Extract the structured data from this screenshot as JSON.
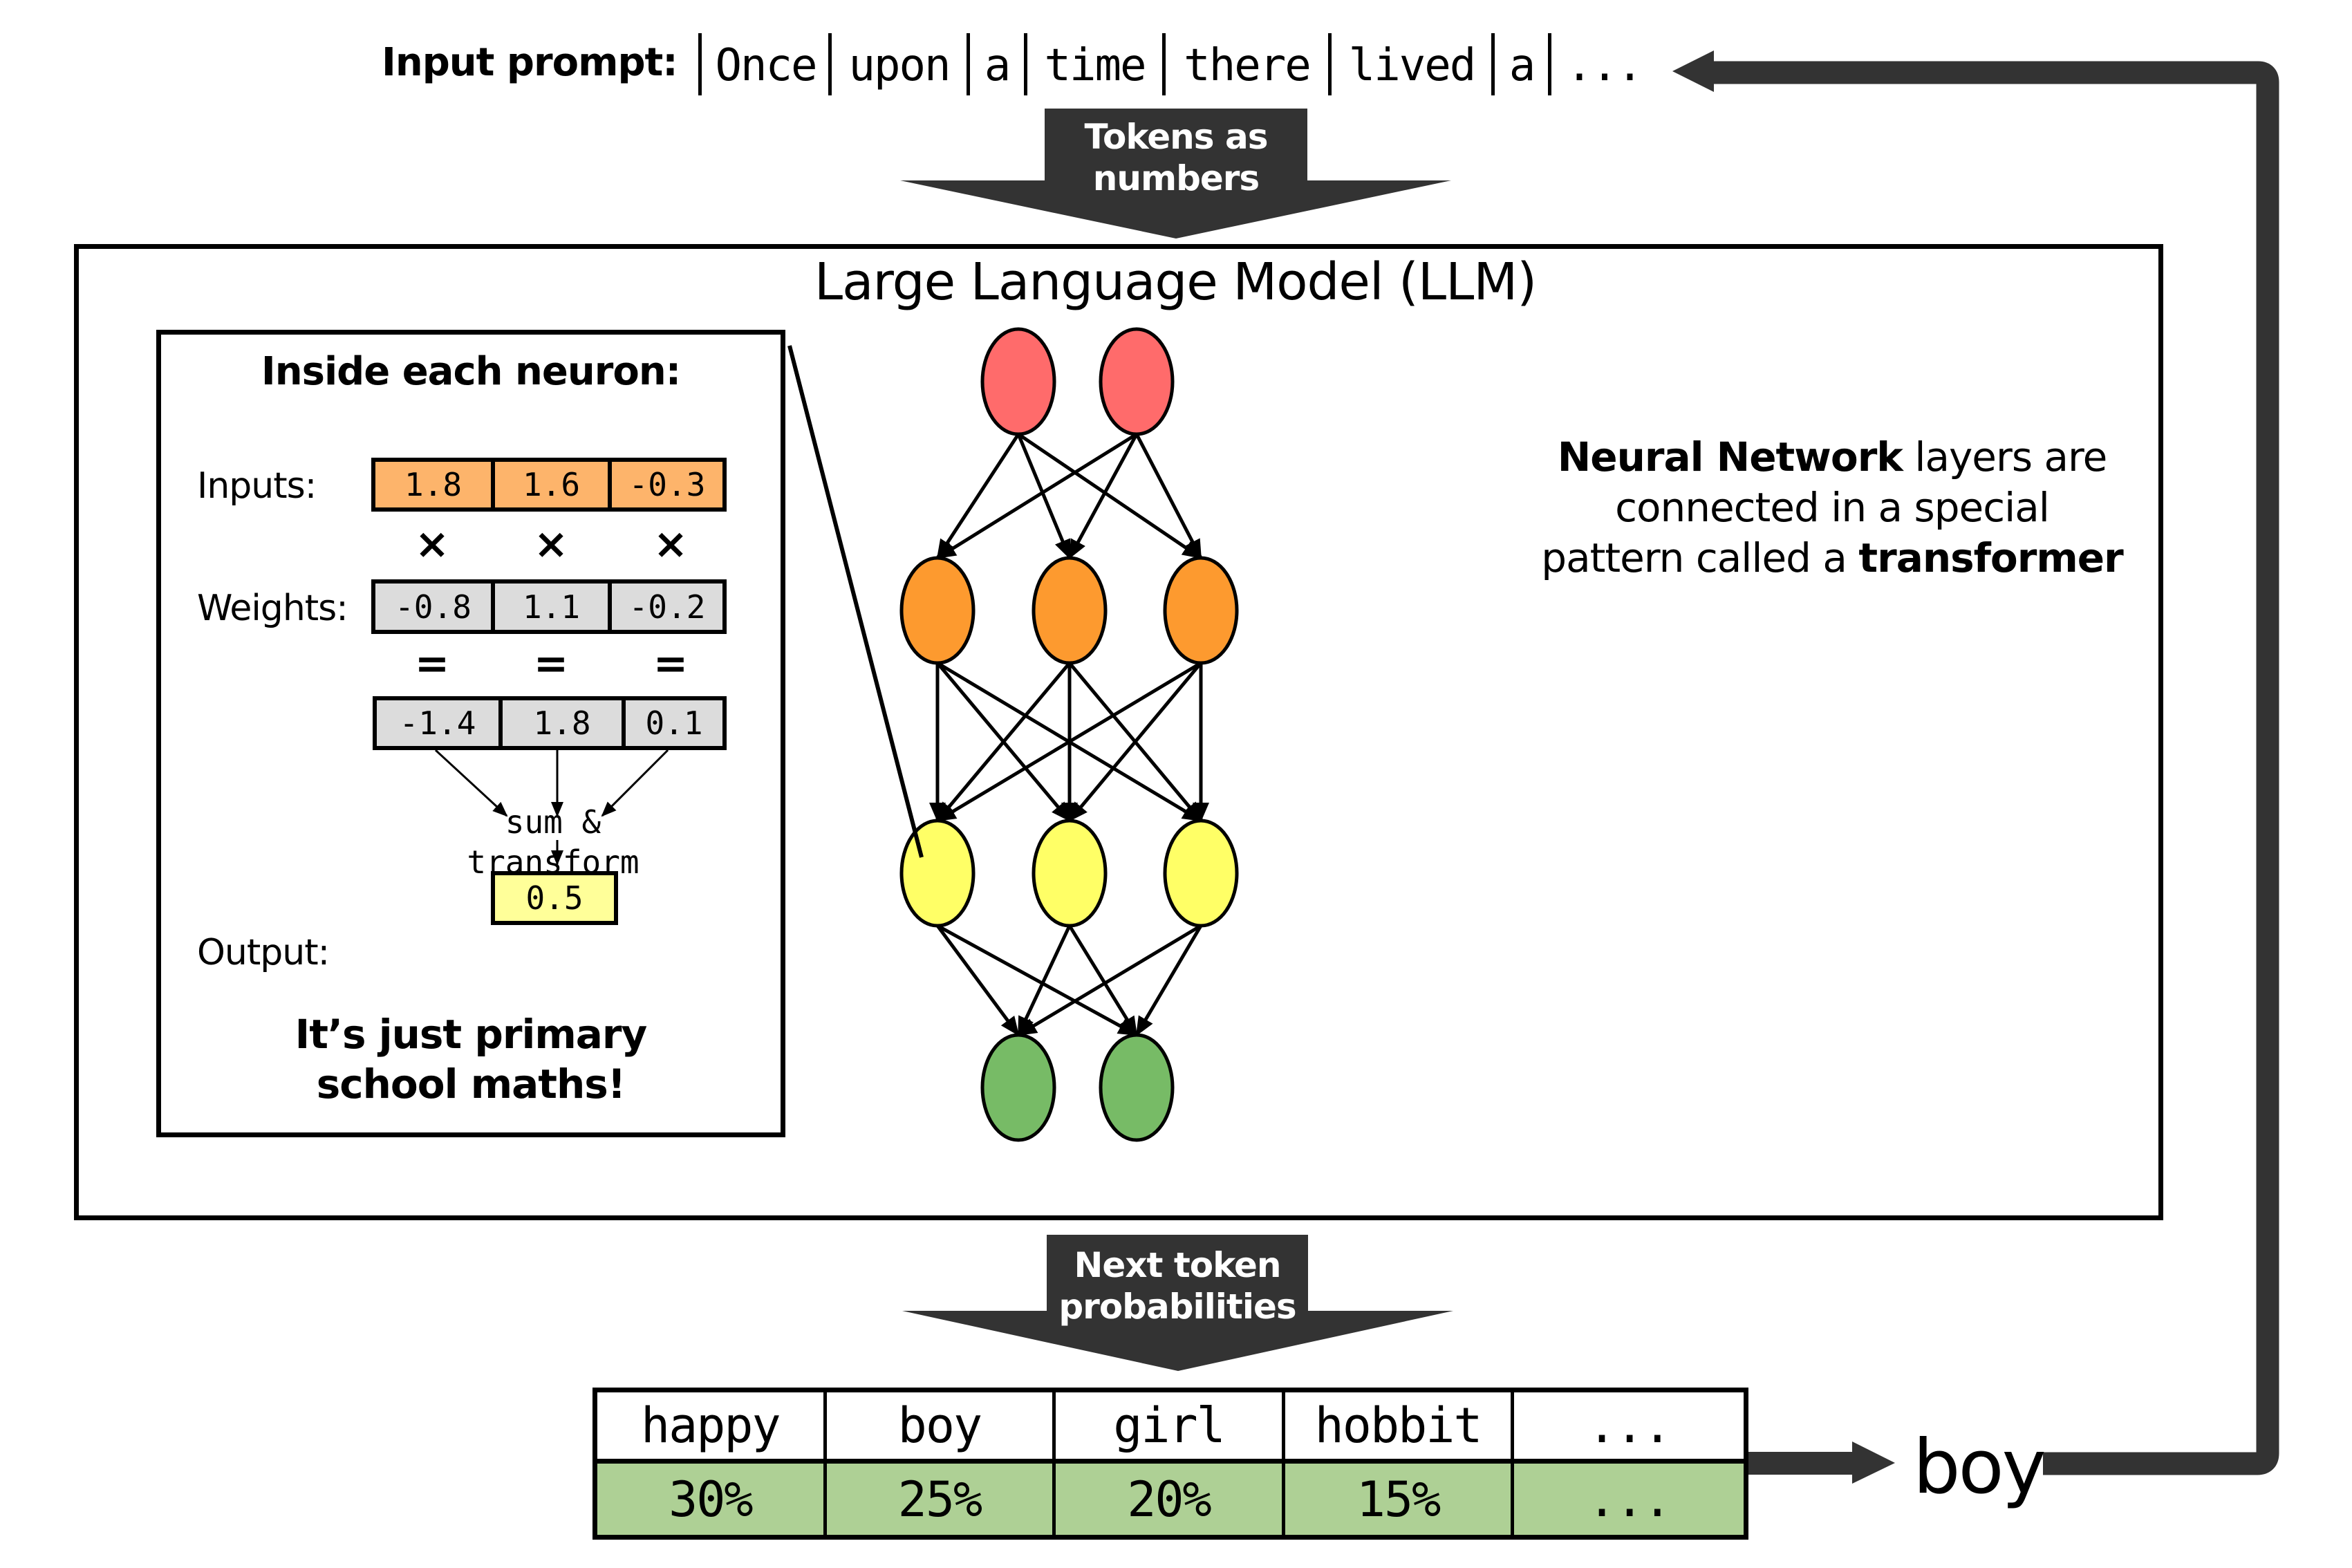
{
  "input_prompt": {
    "label": "Input prompt:",
    "tokens": [
      "Once",
      "upon",
      "a",
      "time",
      "there",
      "lived",
      "a"
    ],
    "ellipsis": "..."
  },
  "arrows": {
    "tokens_as_numbers": [
      "Tokens as",
      "numbers"
    ],
    "next_token_probabilities": [
      "Next token",
      "probabilities"
    ]
  },
  "llm": {
    "title": "Large Language Model (LLM)",
    "layers": [
      {
        "name": "input",
        "nodes": 2,
        "color": "#ff6b6b"
      },
      {
        "name": "hidden-1",
        "nodes": 3,
        "color": "#fd9a2f"
      },
      {
        "name": "hidden-2",
        "nodes": 3,
        "color": "#ffff66"
      },
      {
        "name": "output",
        "nodes": 2,
        "color": "#77bb66"
      }
    ],
    "description": {
      "line1_bold": "Neural Network",
      "line1_rest": " layers are",
      "line2": "connected in a special",
      "line3_pre": "pattern called a ",
      "line3_bold": "transformer"
    }
  },
  "neuron": {
    "title": "Inside each neuron:",
    "inputs_label": "Inputs:",
    "inputs": [
      "1.8",
      "1.6",
      "-0.3"
    ],
    "multiply_symbol": "×",
    "weights_label": "Weights:",
    "weights": [
      "-0.8",
      "1.1",
      "-0.2"
    ],
    "equals_symbol": "=",
    "products": [
      "-1.4",
      "1.8",
      "0.1"
    ],
    "operation": [
      "sum &",
      "transform"
    ],
    "output_label": "Output:",
    "output": "0.5",
    "footer": [
      "It’s just primary",
      "school maths!"
    ],
    "colors": {
      "inputs": "#fdb46b",
      "weights": "#dcdcdc",
      "output": "#ffff99"
    }
  },
  "probabilities": {
    "tokens": [
      "happy",
      "boy",
      "girl",
      "hobbit",
      "..."
    ],
    "values": [
      "30%",
      "25%",
      "20%",
      "15%",
      "..."
    ],
    "color": "#aed095"
  },
  "chosen_token": "boy",
  "colors": {
    "arrow": "#333333"
  }
}
